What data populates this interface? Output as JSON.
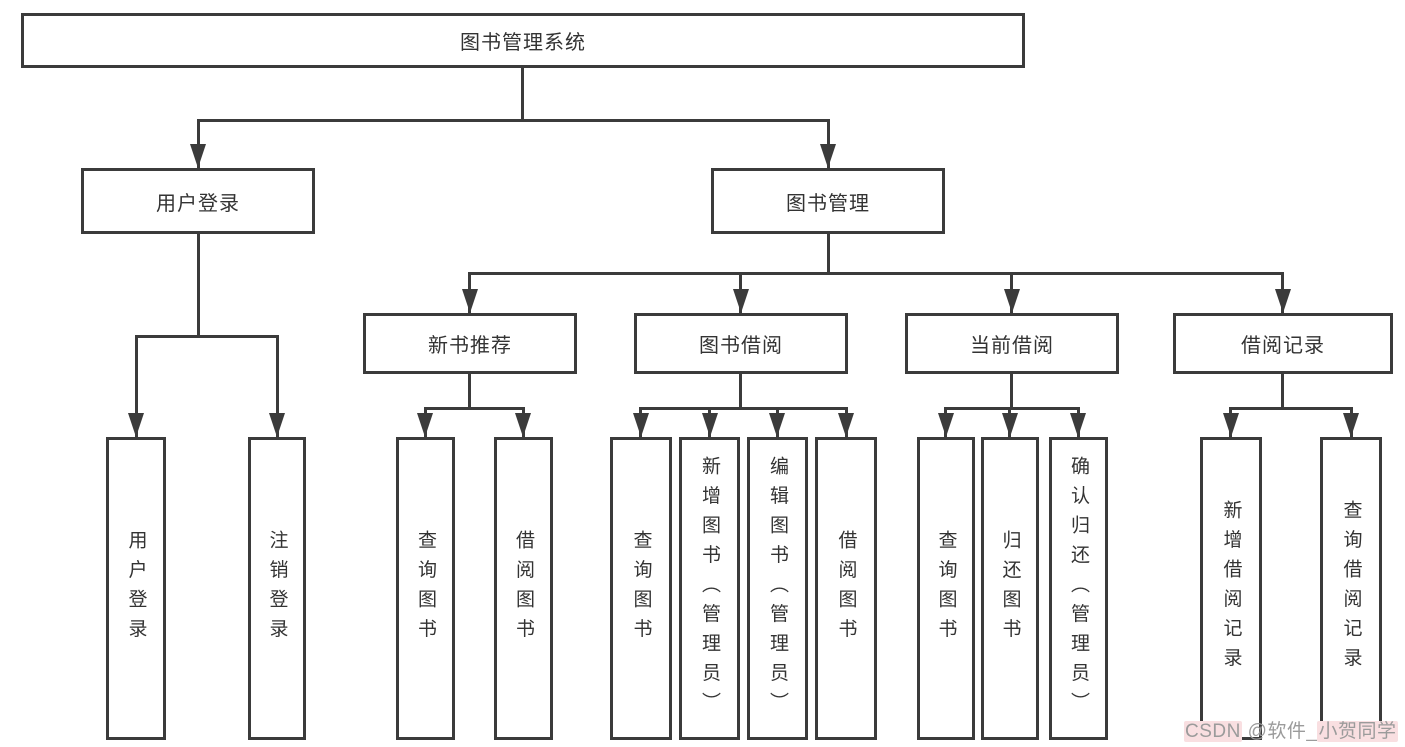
{
  "nodes": {
    "root": "图书管理系统",
    "level2": [
      "用户登录",
      "图书管理"
    ],
    "level3": [
      "新书推荐",
      "图书借阅",
      "当前借阅",
      "借阅记录"
    ],
    "leaves": [
      "用户登录",
      "注销登录",
      "查询图书",
      "借阅图书",
      "查询图书",
      "新增图书（管理员）",
      "编辑图书（管理员）",
      "借阅图书",
      "查询图书",
      "归还图书",
      "确认归还（管理员）",
      "新增借阅记录",
      "查询借阅记录"
    ]
  },
  "hierarchy": {
    "图书管理系统": [
      "用户登录",
      "图书管理"
    ],
    "用户登录": [
      "用户登录",
      "注销登录"
    ],
    "图书管理": [
      "新书推荐",
      "图书借阅",
      "当前借阅",
      "借阅记录"
    ],
    "新书推荐": [
      "查询图书",
      "借阅图书"
    ],
    "图书借阅": [
      "查询图书",
      "新增图书（管理员）",
      "编辑图书（管理员）",
      "借阅图书"
    ],
    "当前借阅": [
      "查询图书",
      "归还图书",
      "确认归还（管理员）"
    ],
    "借阅记录": [
      "新增借阅记录",
      "查询借阅记录"
    ]
  },
  "colors": {
    "line": "#3b3b3b",
    "text": "#333333",
    "background": "#ffffff",
    "watermark_text": "#9b9b9b",
    "watermark_highlight": "#f9dfe1"
  },
  "watermark": {
    "brand": "CSDN",
    "middle": " @软件_",
    "user": "小贺同学"
  }
}
